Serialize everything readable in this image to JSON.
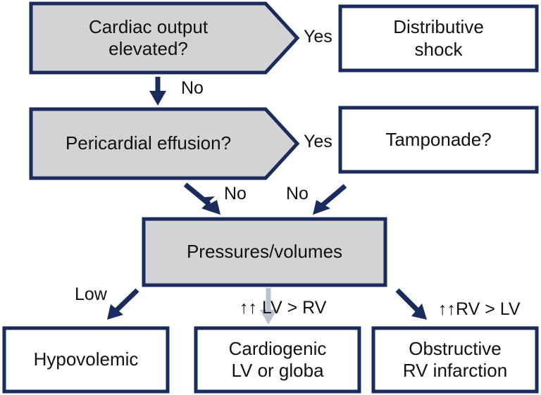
{
  "colors": {
    "border": "#1a2b5e",
    "decision_fill": "#d3d3d5",
    "result_fill": "#ffffff",
    "cardiogenic_arrow": "#b8c2d1",
    "text": "#111111"
  },
  "decisions": {
    "cardiac_output": {
      "line1": "Cardiac output",
      "line2": "elevated?"
    },
    "pericardial_effusion": {
      "text": "Pericardial effusion?"
    },
    "pressures_volumes": {
      "text": "Pressures/volumes"
    }
  },
  "outcomes": {
    "distributive": {
      "line1": "Distributive",
      "line2": "shock"
    },
    "tamponade": {
      "text": "Tamponade?"
    },
    "hypovolemic": {
      "text": "Hypovolemic"
    },
    "cardiogenic": {
      "line1": "Cardiogenic",
      "line2": "LV or globa"
    },
    "obstructive": {
      "line1": "Obstructive",
      "line2": "RV infarction"
    }
  },
  "labels": {
    "yes_1": "Yes",
    "yes_2": "Yes",
    "no_1": "No",
    "no_2": "No",
    "no_3": "No",
    "low": "Low",
    "lv_gt_rv": "↑↑ LV > RV",
    "rv_gt_lv": "↑↑RV > LV"
  }
}
